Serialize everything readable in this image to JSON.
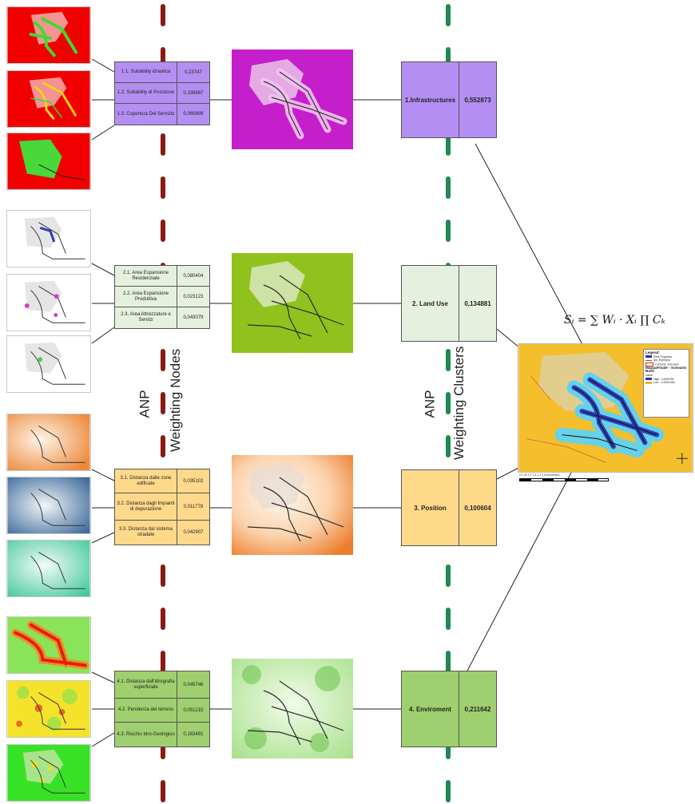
{
  "nodes": [
    {
      "color": "#b48ef2",
      "rows": [
        {
          "label": "1.1. Suitability idraulica",
          "value": "0,23747"
        },
        {
          "label": "1.2. Suitability di Posizione",
          "value": "0,199987"
        },
        {
          "label": "1.3. Copertura Del Servizio",
          "value": "0,065699"
        }
      ]
    },
    {
      "color": "#e6f0df",
      "rows": [
        {
          "label": "2.1. Area Espansione Residenziale",
          "value": "0,080404"
        },
        {
          "label": "2.2. Area Espansione Produttiva",
          "value": "0,023123"
        },
        {
          "label": "2.3. Area Attrezzature e Servizi",
          "value": "0,043079"
        }
      ]
    },
    {
      "color": "#ffd98a",
      "rows": [
        {
          "label": "3.1. Distanza dalle zone edificate",
          "value": "0,035102"
        },
        {
          "label": "3.2. Distanza dagli Impianti di depurazione",
          "value": "0,011778"
        },
        {
          "label": "3.3. Distanza dal sistema stradale",
          "value": "0,042907"
        }
      ]
    },
    {
      "color": "#9fcf6e",
      "rows": [
        {
          "label": "4.1. Distanza dall'idrografia superficiale",
          "value": "0,045746"
        },
        {
          "label": "4.2. Pendenza del terreno",
          "value": "0,051215"
        },
        {
          "label": "4.3. Rischio Idro-Geologico",
          "value": "0,163491"
        }
      ]
    }
  ],
  "clusters": [
    {
      "label": "1.Infrastructures",
      "value": "0,552873",
      "color": "#b48ef2"
    },
    {
      "label": "2. Land Use",
      "value": "0,134881",
      "color": "#e6f0df"
    },
    {
      "label": "3. Position",
      "value": "0,100604",
      "color": "#ffd98a"
    },
    {
      "label": "4. Enviroment",
      "value": "0,211642",
      "color": "#9fcf6e"
    }
  ],
  "axis_labels": {
    "left_anp": "ANP",
    "left_title": "Weighting Nodes",
    "right_anp": "ANP",
    "right_title": "Weighting Clusters"
  },
  "formula": "S_i = ∑ W_i · X_i ∏ C_k",
  "formula_display": "Sᵢ = ∑ Wᵢ · Xᵢ ∏ Cₖ",
  "result_legend": {
    "title": "Legend:",
    "items": [
      "Rete Fognaria",
      "Ipn_Esempio",
      "Comune_Esempio"
    ],
    "layer_title": "MappaFinale - Scenario Base",
    "value_label": "Value",
    "high": "High : 0,605796",
    "low": "Low : 0,0001346"
  },
  "scale": "0  0,35  0,7     1,4     2,1     2,8 Kilometers",
  "colors": {
    "left_dash": "#8b1a13",
    "right_dash": "#1f8a50",
    "infra": "#b48ef2",
    "landuse": "#e6f0df",
    "position": "#ffd98a",
    "environment": "#9fcf6e"
  }
}
